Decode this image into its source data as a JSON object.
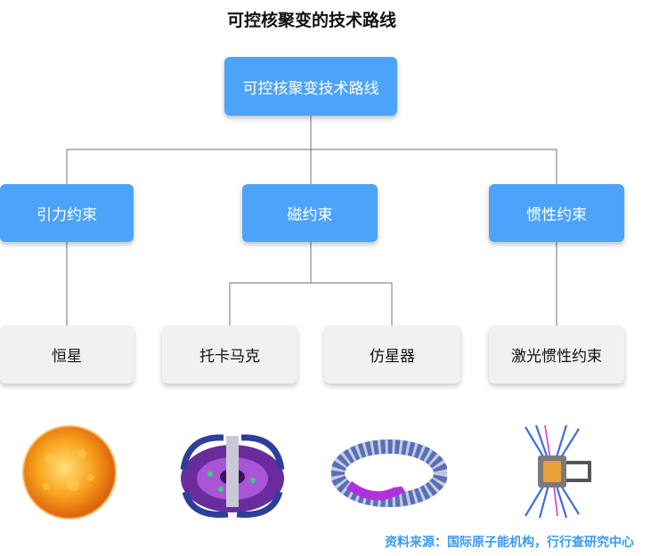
{
  "title": "可控核聚变的技术路线",
  "root": "可控核聚变技术路线",
  "level1": [
    "引力约束",
    "磁约束",
    "惯性约束"
  ],
  "level2": [
    "恒星",
    "托卡马克",
    "仿星器",
    "激光惯性约束"
  ],
  "source": "资料来源：国际原子能机构，行行查研究中心",
  "colors": {
    "node_blue": "#4da3f7",
    "node_gray": "#f1f1f1",
    "source_blue": "#3a9bf0"
  }
}
